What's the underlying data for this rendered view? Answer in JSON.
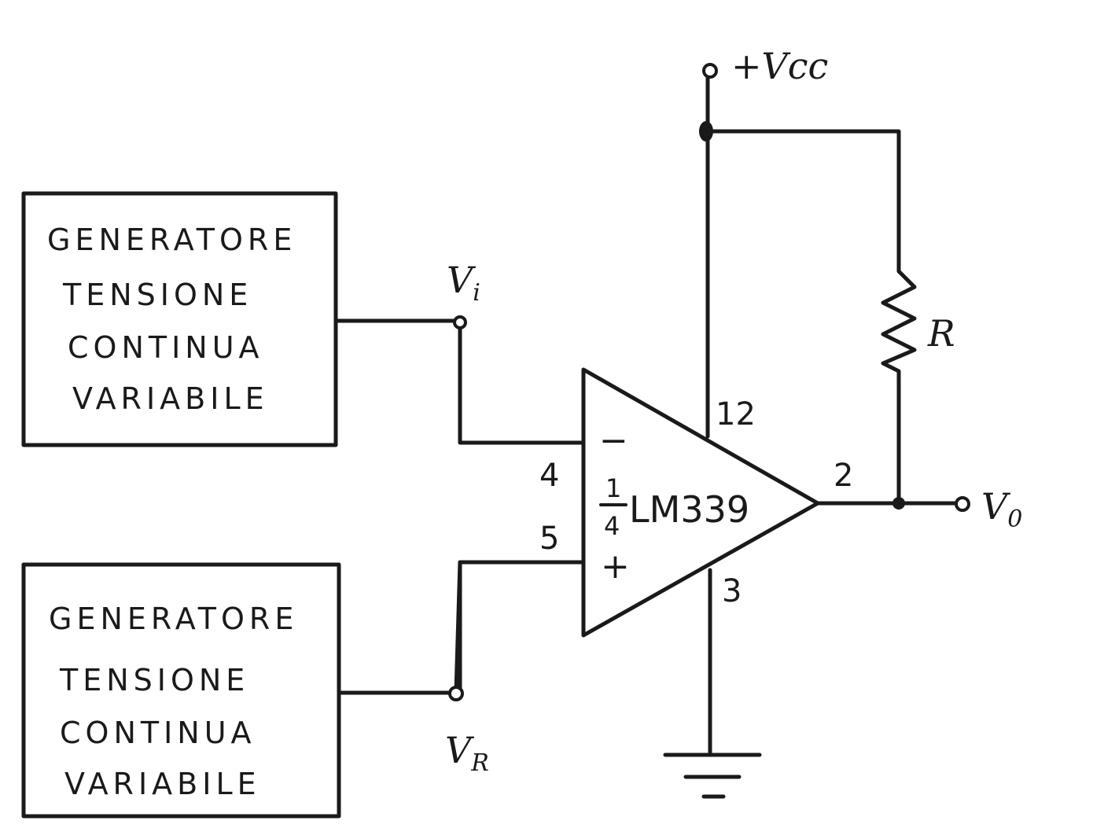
{
  "generator_top": {
    "lines": [
      "GENERATORE",
      "TENSIONE",
      "CONTINUA",
      "VARIABILE"
    ]
  },
  "generator_bottom": {
    "lines": [
      "GENERATORE",
      "TENSIONE",
      "CONTINUA",
      "VARIABILE"
    ]
  },
  "labels": {
    "vcc": "+Vcc",
    "vi_main": "V",
    "vi_sub": "i",
    "vr_main": "V",
    "vr_sub": "R",
    "vo_main": "V",
    "vo_sub": "0",
    "resistor": "R"
  },
  "comparator": {
    "fraction_num": "1",
    "fraction_den": "4",
    "part": "LM339",
    "minus": "−",
    "plus": "+"
  },
  "pins": {
    "inverting": "4",
    "non_inverting": "5",
    "supply": "12",
    "ground": "3",
    "output": "2"
  }
}
